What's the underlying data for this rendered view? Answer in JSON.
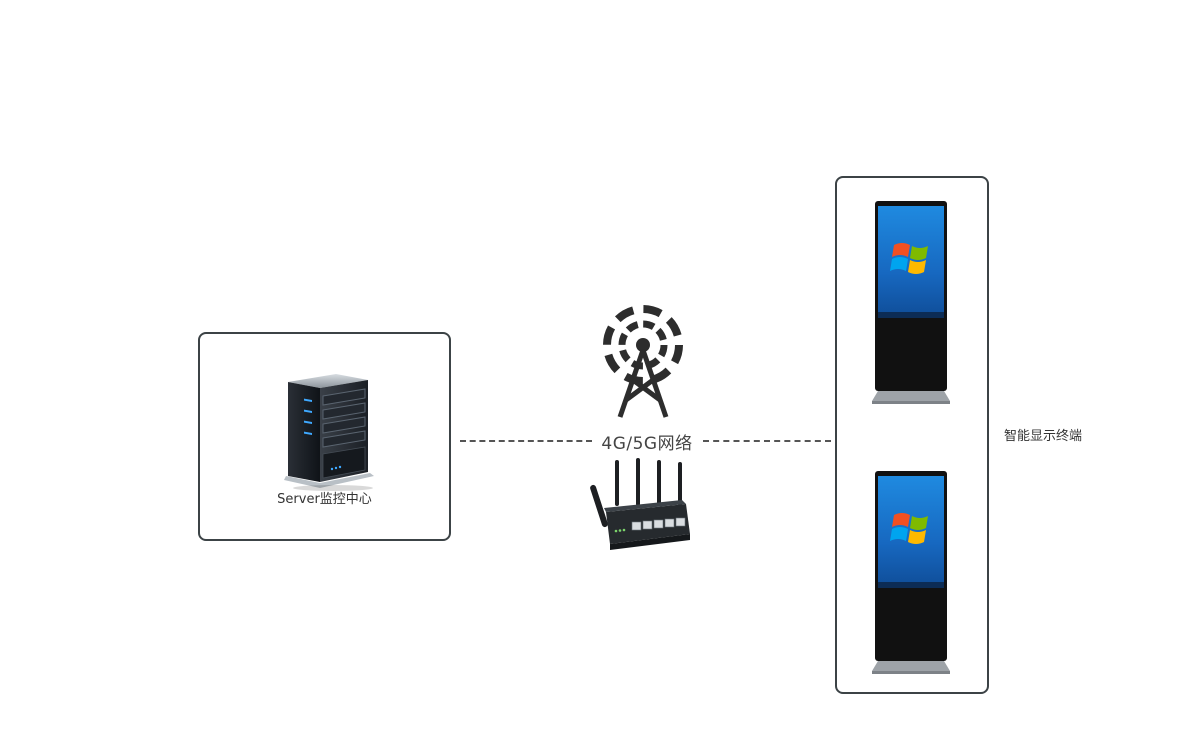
{
  "server": {
    "label": "Server监控中心",
    "icon": "server-icon"
  },
  "network": {
    "label": "4G/5G网络",
    "tower_icon": "cell-tower-icon",
    "router_icon": "router-icon"
  },
  "terminals": {
    "label": "智能显示终端",
    "icon": "kiosk-display-icon",
    "count": 2
  },
  "colors": {
    "border": "#3c4346",
    "dash": "#555555",
    "screen": "#1a6fc8",
    "led": "#3fa9ff"
  }
}
